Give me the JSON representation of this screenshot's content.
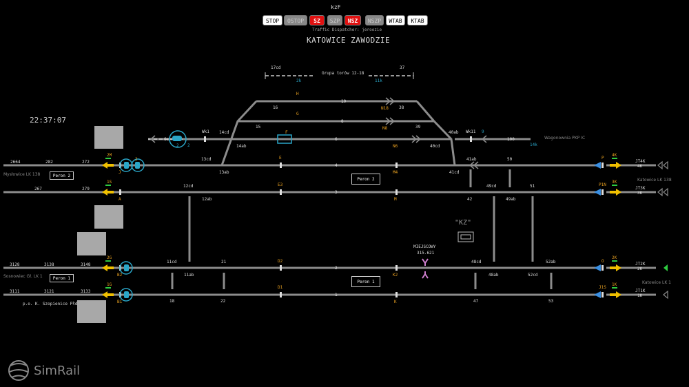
{
  "header": {
    "code": "kzF",
    "dispatcher": "Traffic Dispatcher: jeroozie",
    "station_name": "KATOWICE ZAWODZIE",
    "buttons": [
      {
        "label": "STOP",
        "style": "w"
      },
      {
        "label": "OSTOP",
        "style": "g"
      },
      {
        "label": "SZ",
        "style": "r"
      },
      {
        "label": "SZP",
        "style": "g"
      },
      {
        "label": "NSZ",
        "style": "r"
      },
      {
        "label": "NSZP",
        "style": "g"
      },
      {
        "label": "WTAB",
        "style": "w"
      },
      {
        "label": "KTAB",
        "style": "w"
      }
    ]
  },
  "clock": "22:37:07",
  "logo": "SimRail",
  "station_marker": "\"KZ\"",
  "colors": {
    "track": "#8c8c8c",
    "signal": "#f0c000",
    "signal_label": "#e8a020",
    "cyan": "#2aa6c8",
    "green": "#2ecc40"
  },
  "directions": {
    "myslowice": "Mysłowice LK 138",
    "sosnowiec": "Sosnowiec Gł. LK 1",
    "szopienice": "p.o.  K. Szopienice Płd",
    "katowice_138": "Katowice LK 138",
    "katowice_1": "Katowice LK 1",
    "wagonownia": "Wagonownia PKP IC",
    "grupa": "Grupa torów 12-18"
  },
  "platforms": {
    "p2_left": "Peron 2",
    "p1_left": "Peron 1",
    "p2_mid": "Peron 2",
    "p1_mid": "Peron 1"
  },
  "tracks": {
    "t1": "1",
    "t2": "2",
    "t3": "3",
    "t4": "4",
    "t6": "6",
    "t8": "8",
    "t10": "10",
    "t37": "37",
    "t17cd": "17cd",
    "t100": "100"
  },
  "left_blocks": {
    "b2664": "2664",
    "b282": "282",
    "b272": "272",
    "b267": "267",
    "b279": "279",
    "b3128": "3128",
    "b3138": "3138",
    "b3148": "3148",
    "b3111": "3111",
    "b3121": "3121",
    "b3133": "3133"
  },
  "right_blocks": {
    "jt4k": "JT4K",
    "k4": "4K",
    "jt3k": "JT3K",
    "k3": "3K",
    "jt2k": "JT2K",
    "k2": "2K",
    "jt1k": "JT1K",
    "k1": "1K"
  },
  "signals": {
    "m2": "2M",
    "m1": "1S",
    "g2": "2G",
    "g1": "1G",
    "j": "J",
    "a": "A",
    "b2": "B2",
    "b1": "B1",
    "h": "H",
    "g": "G",
    "f": "F",
    "e": "E",
    "e3": "E3",
    "d2": "D2",
    "d1": "D1",
    "n18": "N18",
    "n8": "N8",
    "n6": "N6",
    "m4": "M4",
    "m": "M",
    "k2": "K2",
    "k": "K",
    "p": "P",
    "p1n": "P1N",
    "o": "O",
    "j1s": "J1S",
    "k4r": "4K",
    "k3r": "3K",
    "k2r": "2K",
    "k1r": "1K",
    "wk1": "Wk1",
    "wk11": "Wk11",
    "nine": "9",
    "z2": "2",
    "w6e": "6e",
    "t2k": "2k",
    "t11k": "11k",
    "t14k": "14k",
    "z2b": "2",
    "z2c": "2"
  },
  "switches": {
    "s16": "16",
    "s15": "15",
    "s14ab": "14ab",
    "s14cd": "14cd",
    "s13cd": "13cd",
    "s13ab": "13ab",
    "s12cd": "12cd",
    "s12ab": "12ab",
    "s11cd": "11cd",
    "s11ab": "11ab",
    "s18": "18",
    "s21": "21",
    "s22": "22",
    "s38": "38",
    "s39": "39",
    "s40cd": "40cd",
    "s40ab": "40ab",
    "s41ab": "41ab",
    "s41cd": "41cd",
    "s50": "50",
    "s49cd": "49cd",
    "s49ab": "49ab",
    "s51": "51",
    "s42": "42",
    "s48cd": "48cd",
    "s48ab": "48ab",
    "s52ab": "52ab",
    "s52cd": "52cd",
    "s47": "47",
    "s53": "53"
  },
  "local": {
    "title": "MIEJSCOWY",
    "km": "315.621"
  }
}
